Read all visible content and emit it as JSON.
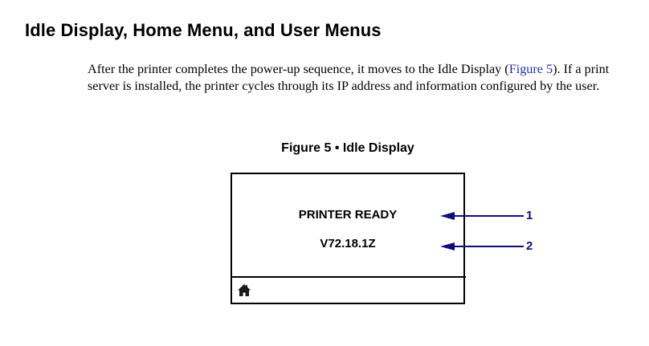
{
  "section": {
    "heading": "Idle Display, Home Menu, and User Menus"
  },
  "paragraph": {
    "text_before_link": "After the printer completes the power-up sequence, it moves to the Idle Display (",
    "link_text": "Figure 5",
    "text_after_link": "). If a print server is installed, the printer cycles through its IP address and information configured by the user."
  },
  "figure": {
    "caption": "Figure 5 • Idle Display",
    "display": {
      "status_line": "PRINTER READY",
      "version_line": "V72.18.1Z",
      "footer_icon": "home-icon"
    },
    "callouts": [
      {
        "number": "1",
        "target": "status_line"
      },
      {
        "number": "2",
        "target": "version_line"
      }
    ]
  },
  "colors": {
    "link": "#2233a0",
    "callout": "#0d0d7a",
    "frame": "#000000"
  }
}
